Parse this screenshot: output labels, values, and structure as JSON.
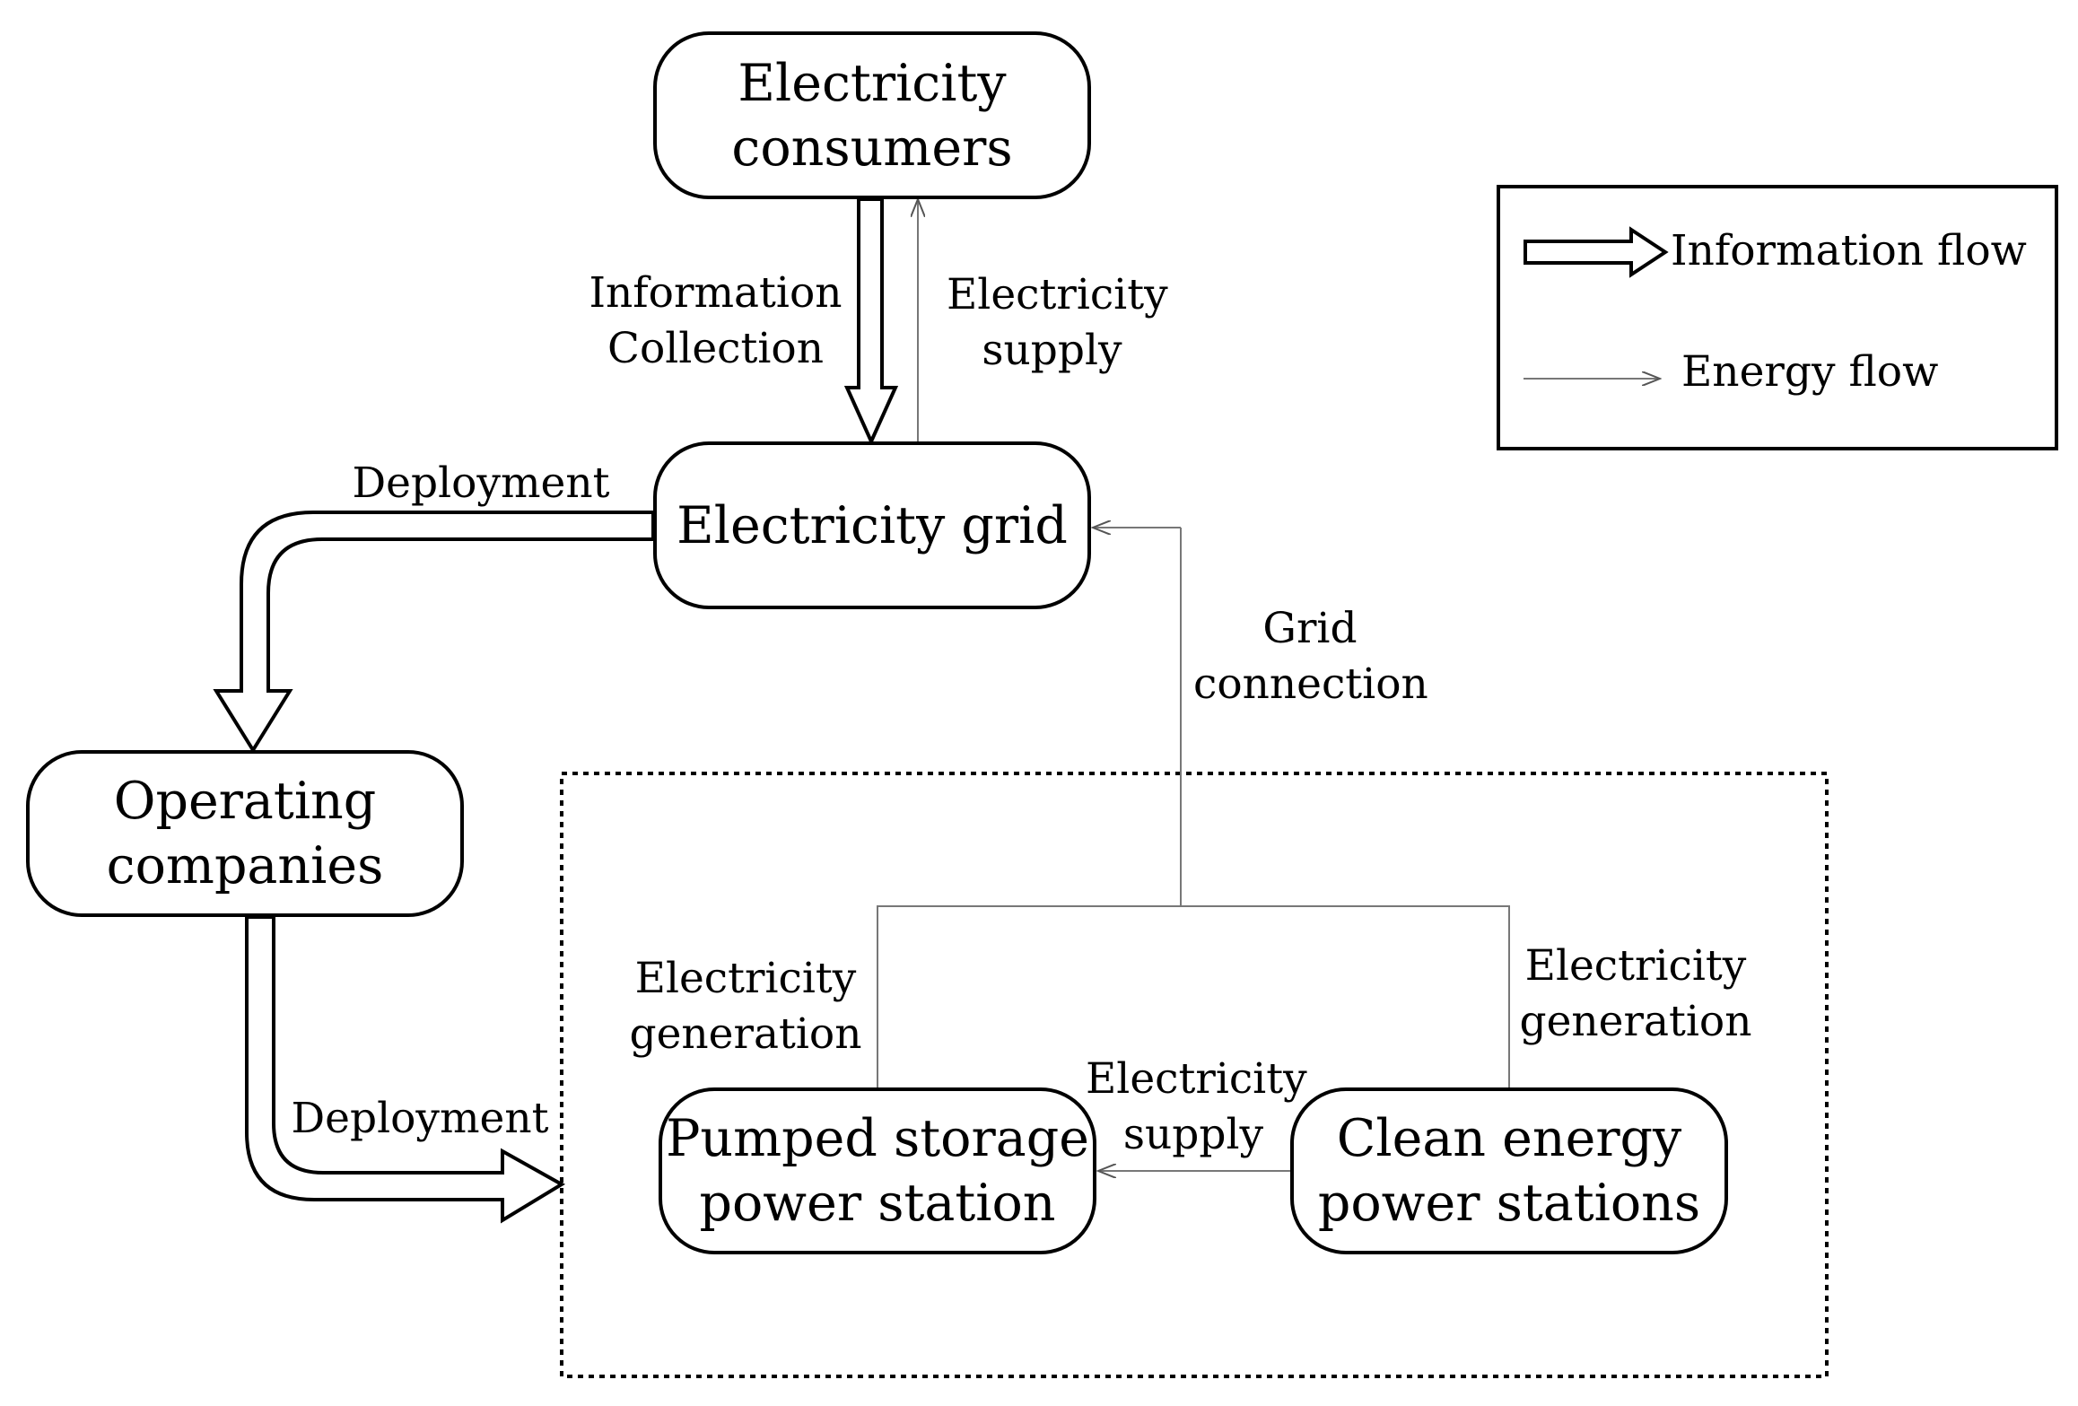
{
  "nodes": {
    "consumers": [
      "Electricity",
      "consumers"
    ],
    "grid": [
      "Electricity grid"
    ],
    "operators": [
      "Operating",
      "companies"
    ],
    "pumped": [
      "Pumped storage",
      "power station"
    ],
    "clean": [
      "Clean energy",
      "power stations"
    ]
  },
  "edge_labels": {
    "info_collection": [
      "Information",
      "Collection"
    ],
    "supply_to_consumers": [
      "Electricity",
      "supply"
    ],
    "deployment_top": [
      "Deployment"
    ],
    "grid_connection": [
      "Grid",
      "connection"
    ],
    "generation_left": [
      "Electricity",
      "generation"
    ],
    "generation_right": [
      "Electricity",
      "generation"
    ],
    "supply_to_pumped": [
      "Electricity",
      "supply"
    ],
    "deployment_bottom": [
      "Deployment"
    ]
  },
  "legend": {
    "information_flow": "Information flow",
    "energy_flow": "Energy flow"
  }
}
